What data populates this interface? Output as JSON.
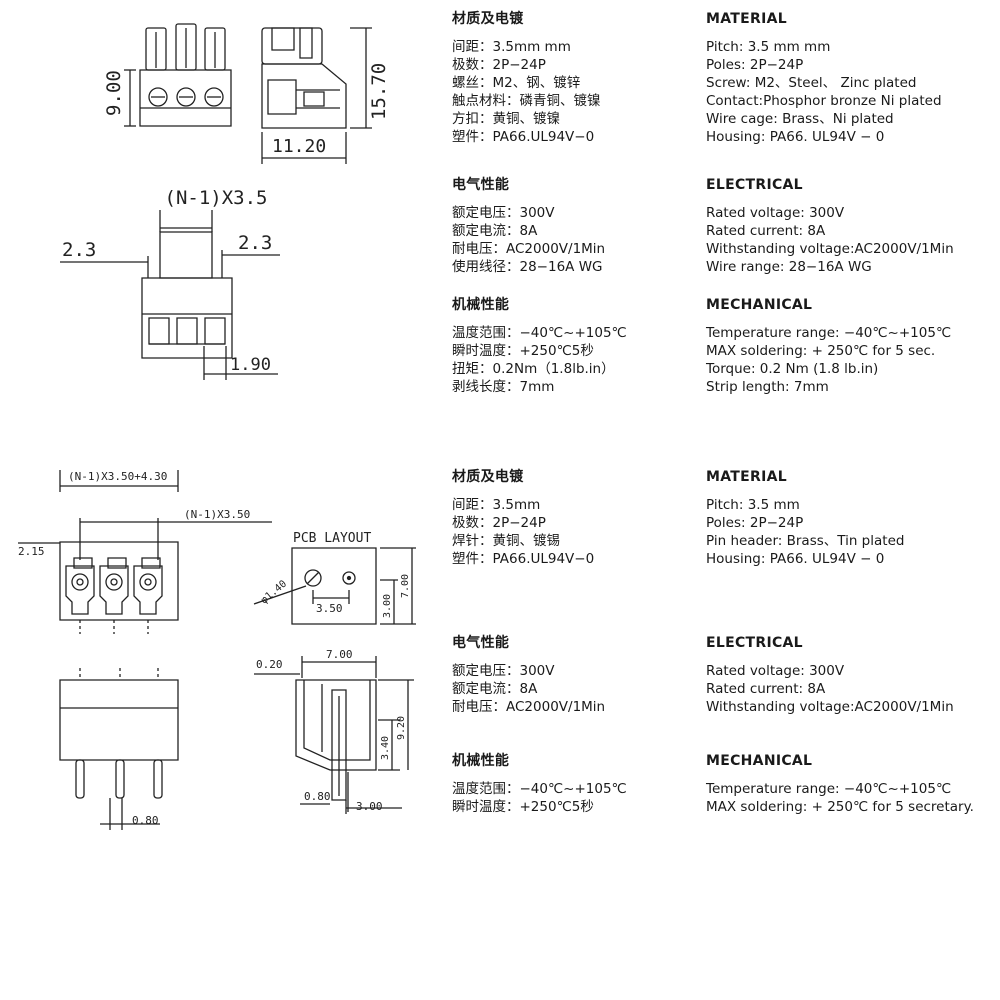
{
  "top": {
    "dims": {
      "height_900": "9.00",
      "height_1570": "15.70",
      "width_1120": "11.20",
      "pitch_formula": "(N-1)X3.5",
      "margin_left": "2.3",
      "margin_right": "2.3",
      "offset_190": "1.90"
    },
    "cn": {
      "material": {
        "head": "材质及电镀",
        "lines": [
          "间距：3.5mm mm",
          "极数：2P−24P",
          "螺丝：M2、钢、镀锌",
          "触点材料：磷青铜、镀镍",
          "方扣：黄铜、镀镍",
          "塑件：PA66.UL94V−0"
        ]
      },
      "electrical": {
        "head": "电气性能",
        "lines": [
          "额定电压：300V",
          "额定电流：8A",
          "耐电压：AC2000V/1Min",
          "使用线径：28−16A WG"
        ]
      },
      "mechanical": {
        "head": "机械性能",
        "lines": [
          "温度范围：−40℃~+105℃",
          "瞬时温度：+250℃5秒",
          "扭矩：0.2Nm（1.8lb.in）",
          "剥线长度：7mm"
        ]
      }
    },
    "en": {
      "material": {
        "head": "MATERIAL",
        "lines": [
          "Pitch: 3.5 mm mm",
          "Poles: 2P−24P",
          "Screw: M2、Steel、 Zinc plated",
          "Contact:Phosphor bronze Ni plated",
          "Wire cage: Brass、Ni plated",
          "Housing: PA66. UL94V − 0"
        ]
      },
      "electrical": {
        "head": "ELECTRICAL",
        "lines": [
          "Rated voltage: 300V",
          "Rated current: 8A",
          "Withstanding voltage:AC2000V/1Min",
          "Wire range: 28−16A WG"
        ]
      },
      "mechanical": {
        "head": "MECHANICAL",
        "lines": [
          "Temperature range: −40℃~+105℃",
          "MAX soldering: + 250℃ for 5 sec.",
          "Torque: 0.2 Nm (1.8 lb.in)",
          "Strip length: 7mm"
        ]
      }
    }
  },
  "bottom": {
    "dims": {
      "overall": "(N-1)X3.50+4.30",
      "pitch": "(N-1)X3.50",
      "left_offset": "2.15",
      "pcb_layout": "PCB LAYOUT",
      "hole_dia": "φ1.40",
      "hole_pitch": "3.50",
      "pcb_300": "3.00",
      "pcb_700": "7.00",
      "pin_080": "0.80",
      "side_020": "0.20",
      "side_700": "7.00",
      "side_340": "3.40",
      "side_920": "9.20",
      "side_080": "0.80",
      "side_300": "3.00"
    },
    "cn": {
      "material": {
        "head": "材质及电镀",
        "lines": [
          "间距：3.5mm",
          "极数：2P−24P",
          "焊针：黄铜、镀锡",
          "塑件：PA66.UL94V−0"
        ]
      },
      "electrical": {
        "head": "电气性能",
        "lines": [
          "额定电压：300V",
          "额定电流：8A",
          "耐电压：AC2000V/1Min"
        ]
      },
      "mechanical": {
        "head": "机械性能",
        "lines": [
          "温度范围：−40℃~+105℃",
          "瞬时温度：+250℃5秒"
        ]
      }
    },
    "en": {
      "material": {
        "head": "MATERIAL",
        "lines": [
          "Pitch: 3.5 mm",
          "Poles: 2P−24P",
          "Pin header: Brass、Tin plated",
          "Housing: PA66. UL94V − 0"
        ]
      },
      "electrical": {
        "head": "ELECTRICAL",
        "lines": [
          "Rated voltage: 300V",
          "Rated current: 8A",
          "Withstanding voltage:AC2000V/1Min"
        ]
      },
      "mechanical": {
        "head": "MECHANICAL",
        "lines": [
          "Temperature range: −40℃~+105℃",
          "MAX soldering: + 250℃ for 5 secretary."
        ]
      }
    }
  }
}
